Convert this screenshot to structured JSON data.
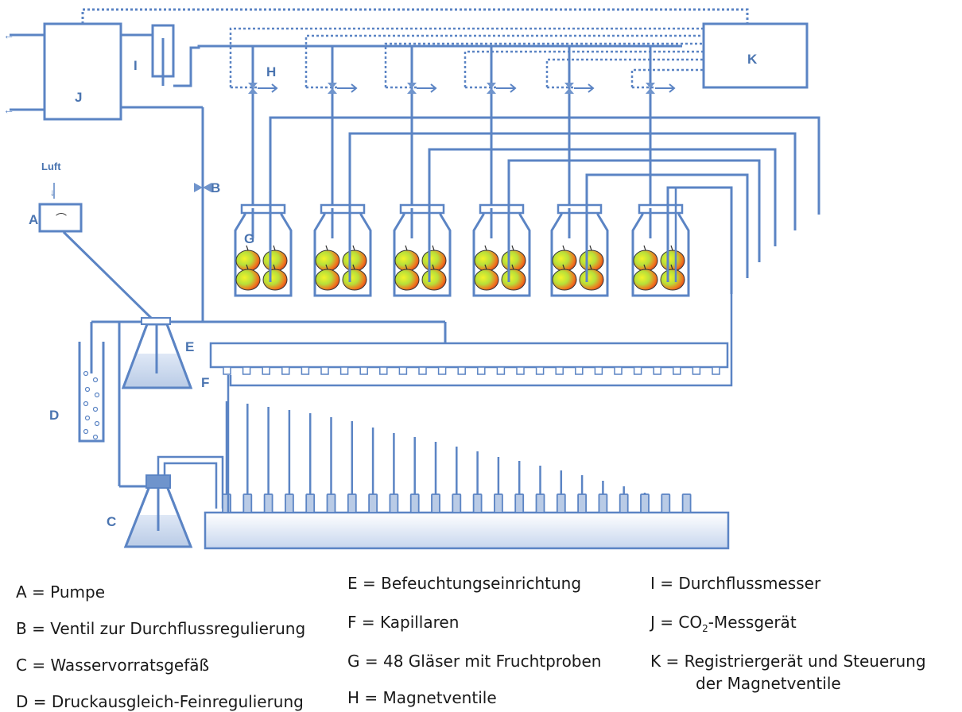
{
  "diagram": {
    "labels": {
      "A": "A",
      "B": "B",
      "C": "C",
      "D": "D",
      "E": "E",
      "F": "F",
      "G": "G",
      "H": "H",
      "I": "I",
      "J": "J",
      "K": "K",
      "luft": "Luft"
    },
    "accent_color": "#4a74b0",
    "line_color": "#5b84c4"
  },
  "legend": {
    "a": "A = Pumpe",
    "b": "B = Ventil zur Durchflussregulierung",
    "c": "C = Wasservorratsgefäß",
    "d": "D = Druckausgleich-Feinregulierung",
    "e": "E = Befeuchtungseinrichtung",
    "f": "F = Kapillaren",
    "g": "G = 48 Gläser mit Fruchtproben",
    "h": "H = Magnetventile",
    "i": "I = Durchflussmesser",
    "j_prefix": "J = CO",
    "j_sub": "2",
    "j_suffix": "-Messgerät",
    "k_line1": "K = Registriergerät und Steuerung",
    "k_line2": "der Magnetventile"
  }
}
